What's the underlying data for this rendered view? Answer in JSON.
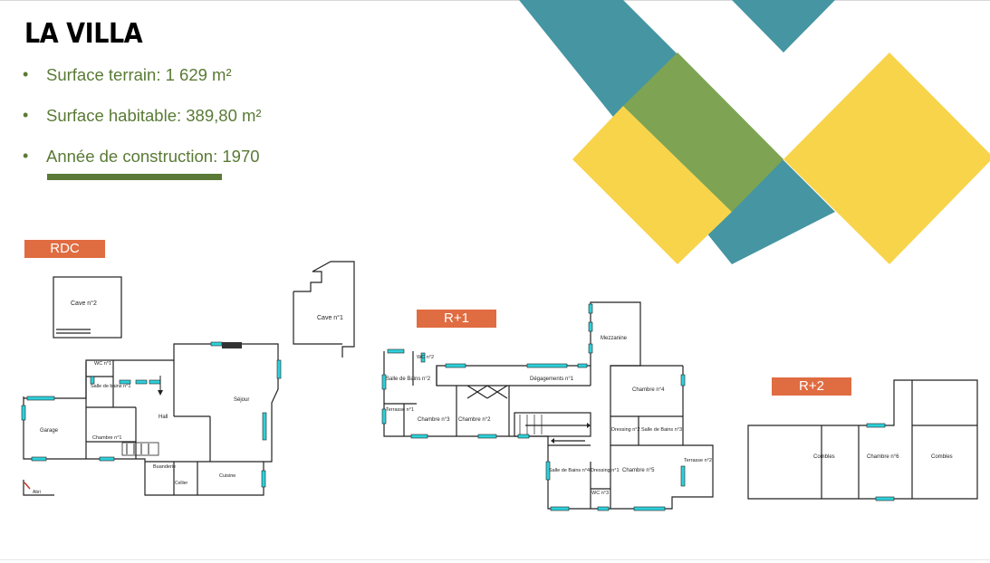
{
  "title": "LA VILLA",
  "bullets": [
    {
      "label": "Surface terrain: 1 629 m²"
    },
    {
      "label": "Surface habitable: 389,80 m²"
    },
    {
      "label": "Année de construction: 1970"
    }
  ],
  "colors": {
    "teal": "#4595a2",
    "green": "#7ea453",
    "yellow": "#f8d44b",
    "orange_tag": "#e06c41",
    "text_green": "#5a7a35",
    "window_cyan": "#2ed0da"
  },
  "levels": {
    "rdc": {
      "tag": "RDC",
      "rooms": {
        "cave2": "Cave n°2",
        "cave1": "Cave n°1",
        "wc1": "WC n°1",
        "sdb1": "Salle de bains n°1",
        "hall": "Hall",
        "sejour": "Séjour",
        "garage": "Garage",
        "chambre1": "Chambre n°1",
        "buanderie": "Buanderie",
        "cellier": "Cellier",
        "cuisine": "Cuisine",
        "abri": "Abri"
      }
    },
    "r1": {
      "tag": "R+1",
      "rooms": {
        "wc2": "WC n°2",
        "sdb2": "Salle de Bains n°2",
        "terrasse1": "Terrasse n°1",
        "chambre3": "Chambre n°3",
        "chambre2": "Chambre n°2",
        "degagements": "Dégagements n°1",
        "mezzanine": "Mezzanine",
        "chambre4": "Chambre n°4",
        "dressing2": "Dressing n°2",
        "sdb3": "Salle de Bains n°3",
        "sdb4": "Salle de Bains n°4",
        "dressing1": "Dressing n°1",
        "wc3": "WC n°3",
        "chambre5": "Chambre n°5",
        "terrasse2": "Terrasse n°2"
      }
    },
    "r2": {
      "tag": "R+2",
      "rooms": {
        "combles_left": "Combles",
        "chambre6": "Chambre n°6",
        "combles_right": "Combles"
      }
    }
  }
}
